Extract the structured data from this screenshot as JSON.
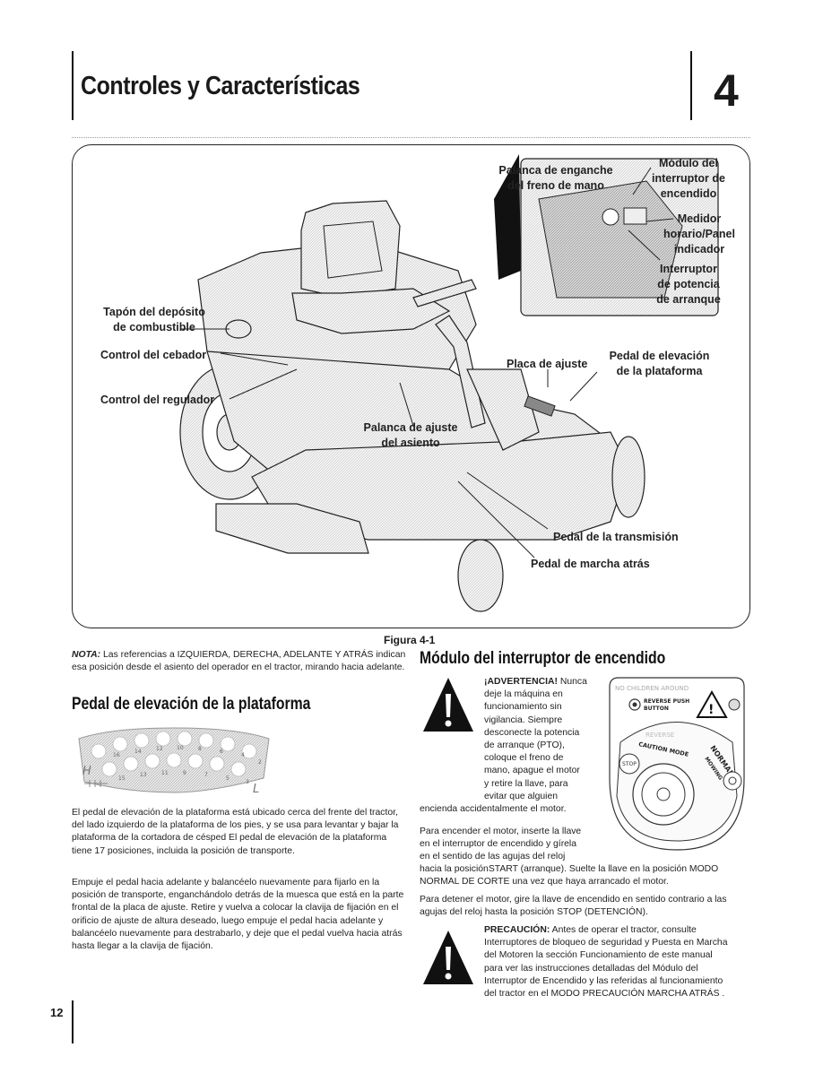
{
  "header": {
    "title": "Controles y Características",
    "chapter_number": "4"
  },
  "figure": {
    "caption": "Figura 4-1",
    "callouts": {
      "brake_lever": [
        "Palanca de enganche",
        "del freno de mano"
      ],
      "ignition_module": [
        "Módulo del",
        "interruptor de",
        "encendido"
      ],
      "hour_meter": [
        "Medidor",
        "horario/Panel",
        "indicador"
      ],
      "pto_switch": [
        "Interruptor",
        "de potencia",
        "de arranque"
      ],
      "fuel_cap": [
        "Tapón del depósito",
        "de combustible"
      ],
      "choke": "Control del cebador",
      "throttle": "Control del regulador",
      "adjust_plate": "Placa de ajuste",
      "deck_lift": [
        "Pedal de elevación",
        "de la plataforma"
      ],
      "seat_adjust": [
        "Palanca de ajuste",
        "del asiento"
      ],
      "drive_pedal": "Pedal de la transmisión",
      "reverse_pedal": "Pedal de marcha atrás"
    }
  },
  "left_column": {
    "note_label": "NOTA:",
    "note_text": "Las referencias a IZQUIERDA, DERECHA, ADELANTE Y ATRÁS indican esa posición desde el asiento del operador en el tractor, mirando hacia adelante.",
    "heading": "Pedal de elevación de la plataforma",
    "plate_labels": {
      "h": "H",
      "l": "L",
      "numbers_top": [
        "16",
        "14",
        "12",
        "10",
        "8",
        "6",
        "4"
      ],
      "numbers_bottom": [
        "15",
        "13",
        "11",
        "9",
        "7",
        "5",
        "3"
      ],
      "two": "2"
    },
    "para1": "El pedal de elevación de la plataforma está ubicado cerca del frente del tractor, del lado izquierdo de la plataforma de los pies, y se usa para levantar y bajar la plataforma de la cortadora de césped El pedal de elevación de la plataforma tiene 17 posiciones, incluida la posición de transporte.",
    "para2": "Empuje el pedal hacia adelante y balancéelo nuevamente para fijarlo en la posición de transporte, enganchándolo detrás de la muesca que está en la parte frontal de la placa de ajuste. Retire y vuelva a colocar la clavija de fijación en el orificio de ajuste de altura deseado, luego empuje el pedal hacia adelante y balancéelo nuevamente para destrabarlo, y deje que el pedal vuelva hacia atrás hasta llegar a la clavija de fijación."
  },
  "right_column": {
    "heading": "Módulo del interruptor de encendido",
    "warning_label": "¡ADVERTENCIA!",
    "warning_lines": [
      "Nunca",
      "deje la máquina en",
      "funcionamiento sin",
      "vigilancia. Siempre",
      "desconecte la potencia",
      "de arranque (PTO),",
      "coloque el freno de",
      "mano, apague el motor",
      "y retire la llave, para",
      "evitar que alguien"
    ],
    "warning_last": "encienda accidentalmente el motor.",
    "para_start_lines": [
      "Para encender el motor, inserte la llave",
      "en el interruptor de encendido y gírela",
      "en el sentido de las agujas del reloj"
    ],
    "para_start_rest": "hacia la posiciónSTART (arranque). Suelte la llave en la posición MODO NORMAL DE CORTE una vez que haya arrancado el motor.",
    "para_stop": "Para detener el motor, gire la llave de encendido en sentido contrario a las agujas del reloj hasta la posición STOP (DETENCIÓN).",
    "caution_label": "PRECAUCIÓN:",
    "caution_lines": [
      "Antes de operar el tractor, consulte",
      "Interruptores de bloqueo de seguridad y Puesta en Marcha",
      "del Motoren la sección Funcionamiento de este manual",
      "para ver las instrucciones detalladas del Módulo del",
      "Interruptor de Encendido y las referidas al funcionamiento",
      "del tractor en el MODO PRECAUCIÓN MARCHA ATRÁS ."
    ],
    "panel": {
      "top_text": "NO CHILDREN AROUND",
      "reverse_push": "REVERSE PUSH",
      "button": "BUTTON",
      "reverse": "REVERSE",
      "caution_mode": "CAUTION MODE",
      "normal": "NORMAL",
      "mowing": "MOWING",
      "stop": "STOP"
    }
  },
  "footer": {
    "page_number": "12"
  }
}
